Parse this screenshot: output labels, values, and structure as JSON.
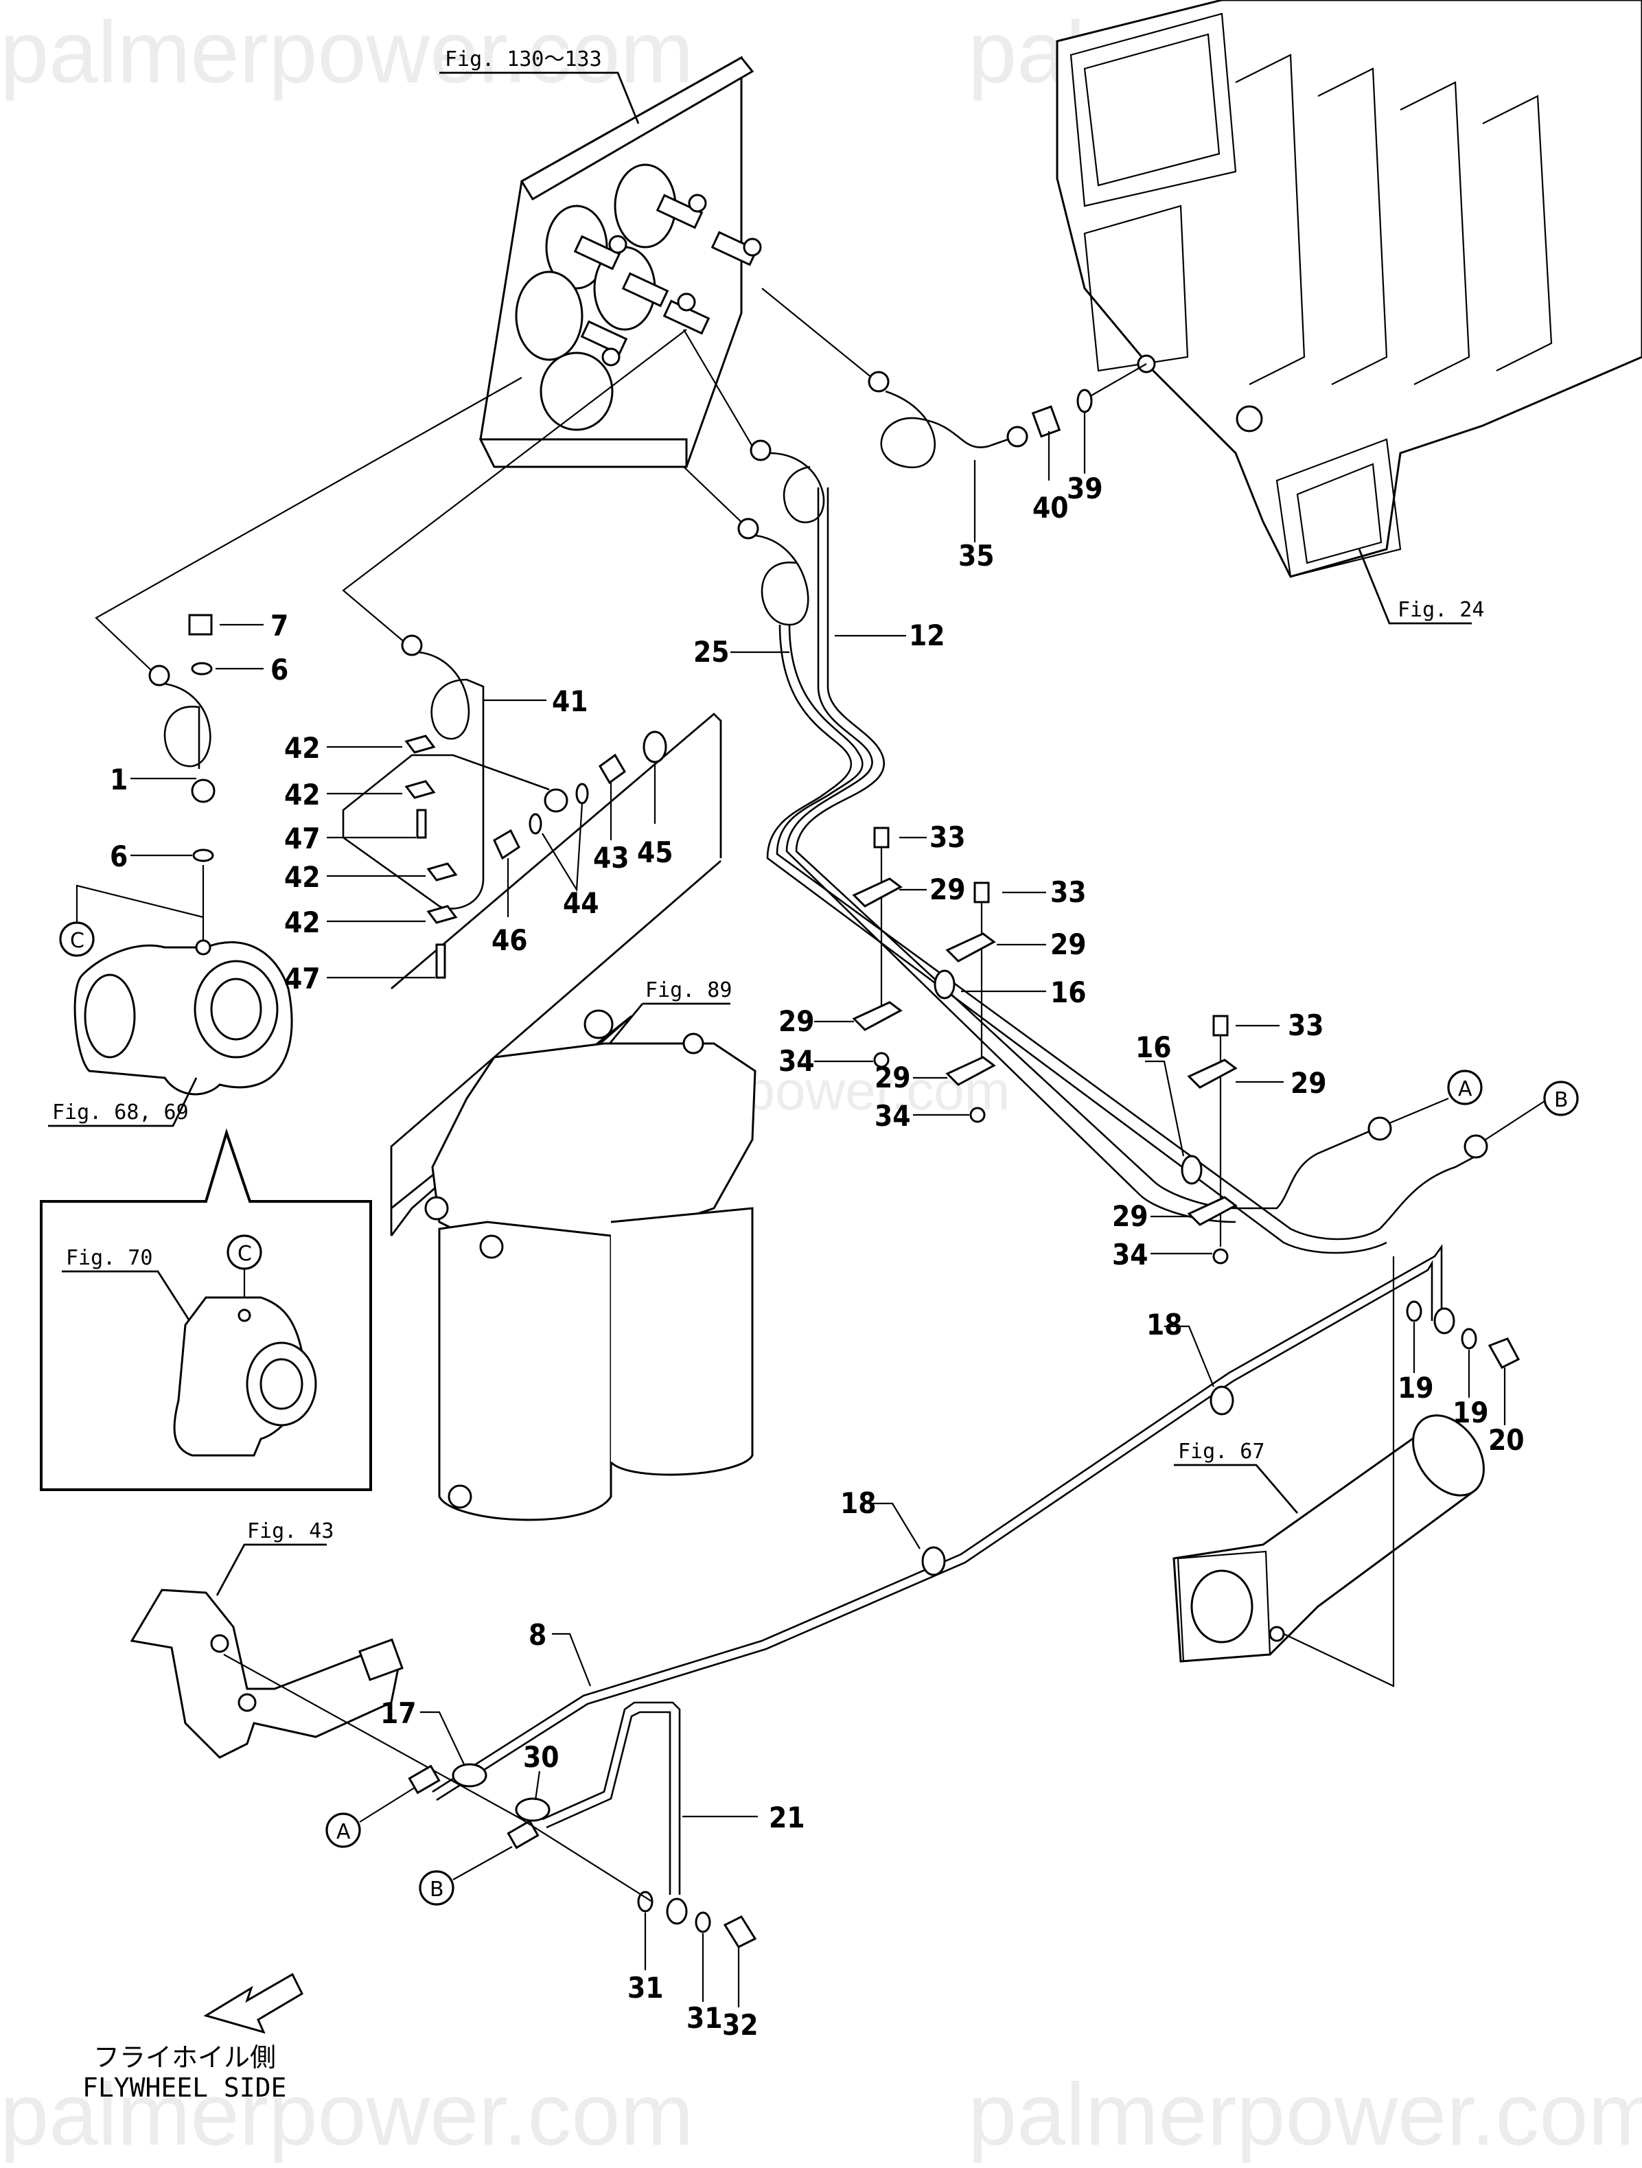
{
  "watermark": {
    "text": "palmerpower.com"
  },
  "diagram": {
    "title": "Fuel / Pressure Gauge Piping – Exploded Parts View",
    "figure_refs": [
      {
        "id": "fig-130-133",
        "text": "Fig. 130～133"
      },
      {
        "id": "fig-24",
        "text": "Fig. 24"
      },
      {
        "id": "fig-89",
        "text": "Fig. 89"
      },
      {
        "id": "fig-68-69",
        "text": "Fig. 68, 69"
      },
      {
        "id": "fig-70",
        "text": "Fig. 70"
      },
      {
        "id": "fig-43",
        "text": "Fig. 43"
      },
      {
        "id": "fig-67",
        "text": "Fig. 67"
      }
    ],
    "connection_markers": [
      "A",
      "B",
      "C"
    ],
    "orientation": {
      "japanese": "フライホイル側",
      "english": "FLYWHEEL SIDE"
    }
  },
  "callouts": {
    "p1": "1",
    "p6a": "6",
    "p6b": "6",
    "p7": "7",
    "p8": "8",
    "p12": "12",
    "p16a": "16",
    "p16b": "16",
    "p17": "17",
    "p18a": "18",
    "p18b": "18",
    "p19a": "19",
    "p19b": "19",
    "p20": "20",
    "p21": "21",
    "p25": "25",
    "p29a": "29",
    "p29b": "29",
    "p29c": "29",
    "p29d": "29",
    "p29e": "29",
    "p29f": "29",
    "p30": "30",
    "p31a": "31",
    "p31b": "31",
    "p32": "32",
    "p33a": "33",
    "p33b": "33",
    "p33c": "33",
    "p34a": "34",
    "p34b": "34",
    "p34c": "34",
    "p35": "35",
    "p39": "39",
    "p40": "40",
    "p41": "41",
    "p42a": "42",
    "p42b": "42",
    "p42c": "42",
    "p42d": "42",
    "p43": "43",
    "p44": "44",
    "p45": "45",
    "p46": "46",
    "p47a": "47",
    "p47b": "47"
  }
}
